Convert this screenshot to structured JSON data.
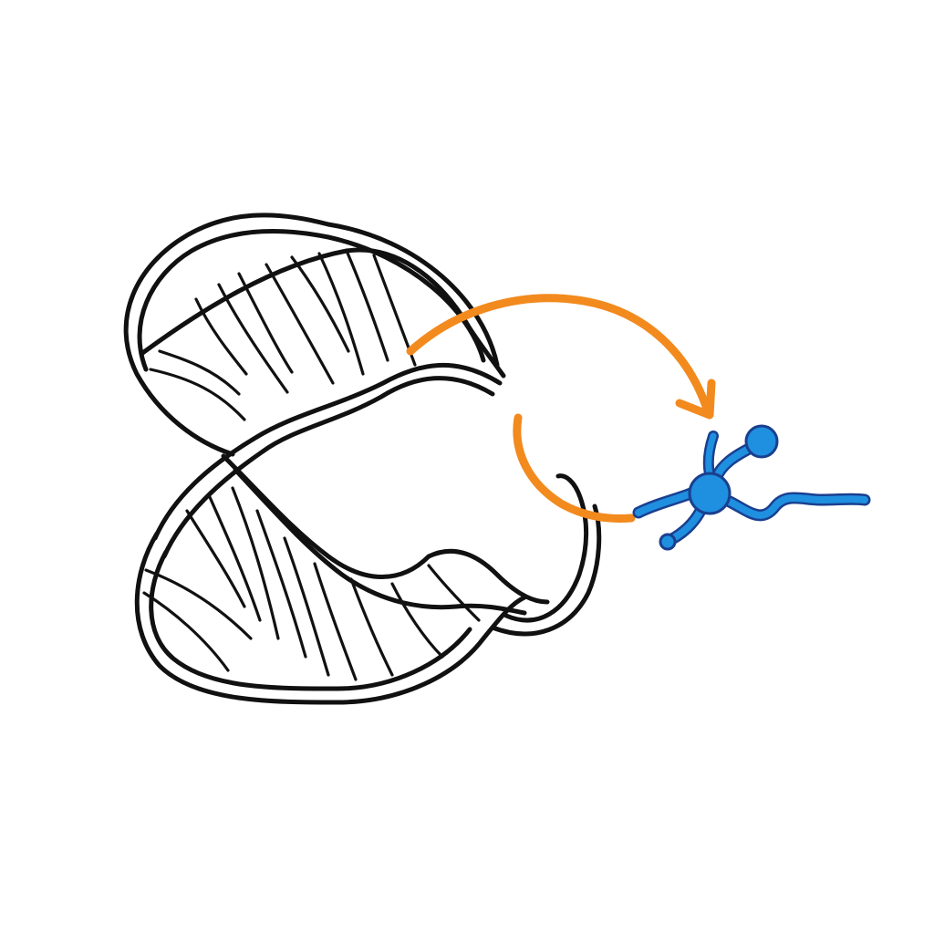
{
  "colors": {
    "ink": "#111111",
    "arrow": "#f28a1e",
    "molecule": "#1f8fe0",
    "molecule_outline": "#1a3f8f",
    "background": "#ffffff"
  },
  "elements": {
    "helix": "double-helix-strand",
    "arrow": "curved-arrow",
    "molecule": "branched-molecule"
  }
}
